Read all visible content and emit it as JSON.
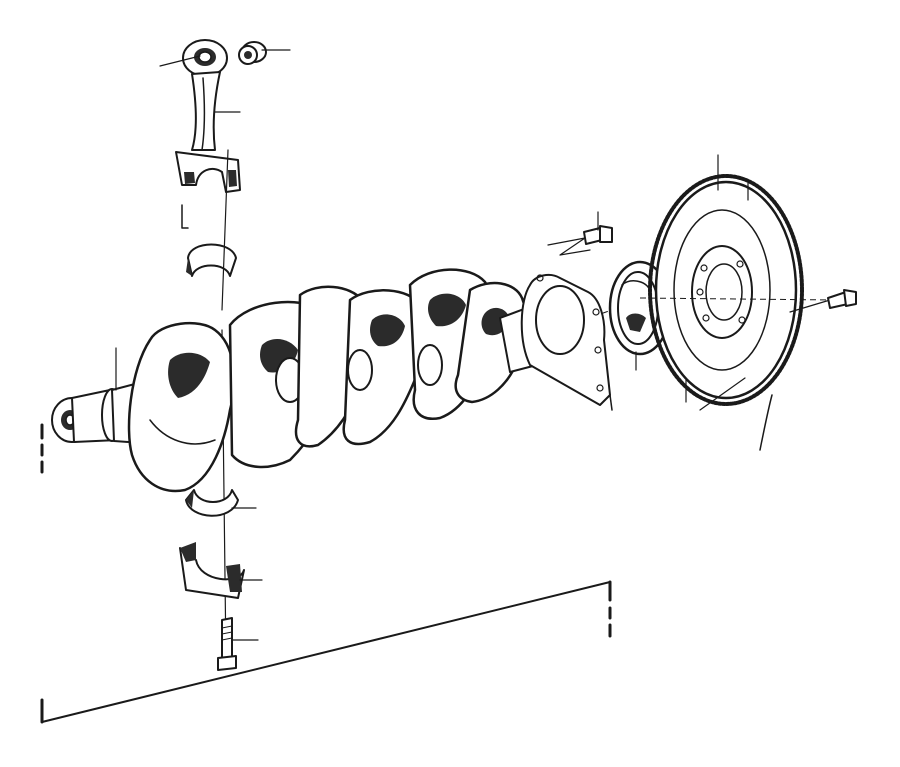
{
  "diagram": {
    "kind": "exploded-parts-view",
    "style": {
      "ink_color": "#1a1a1a",
      "shade_color": "#2b2b2b",
      "background": "#ffffff"
    },
    "parts": [
      {
        "id": "connecting-rod",
        "icon": "connecting-rod-icon"
      },
      {
        "id": "piston-pin-bushing",
        "icon": "bushing-icon"
      },
      {
        "id": "upper-bearing-shell",
        "icon": "bearing-shell-icon"
      },
      {
        "id": "crankshaft",
        "icon": "crankshaft-icon"
      },
      {
        "id": "lower-bearing-shell",
        "icon": "bearing-shell-icon"
      },
      {
        "id": "rod-cap",
        "icon": "rod-cap-icon"
      },
      {
        "id": "rod-bolt",
        "icon": "bolt-icon"
      },
      {
        "id": "rear-seal-housing",
        "icon": "seal-housing-icon"
      },
      {
        "id": "housing-bolt",
        "icon": "bolt-icon"
      },
      {
        "id": "rear-main-seal",
        "icon": "seal-ring-icon"
      },
      {
        "id": "flywheel",
        "icon": "flywheel-icon"
      },
      {
        "id": "flywheel-bolt",
        "icon": "bolt-icon"
      }
    ]
  }
}
